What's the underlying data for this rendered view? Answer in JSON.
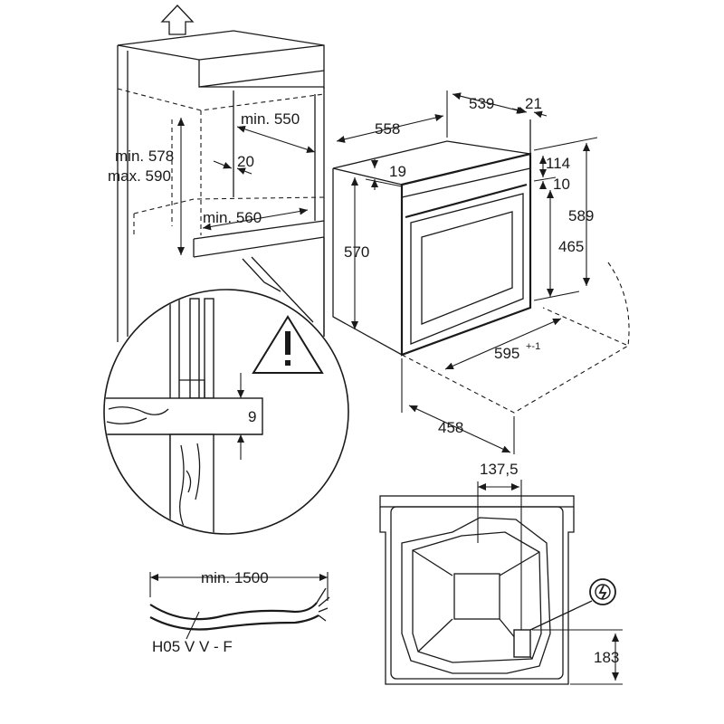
{
  "niche": {
    "min_width": "min. 550",
    "gap": "20",
    "min_depth": "min. 560",
    "height_min": "min. 578",
    "height_max": "max. 590"
  },
  "detail": {
    "gap": "9"
  },
  "oven": {
    "depth_total": "558",
    "depth_body": "539",
    "door_thickness": "21",
    "frame_offset": "19",
    "height_body": "570",
    "height_top": "114",
    "height_step": "10",
    "height_panel": "465",
    "height_total": "589",
    "width_total": "595",
    "width_tolerance": "+-1",
    "floor_depth": "458"
  },
  "rear": {
    "terminal_offset_x": "137,5",
    "terminal_height": "183"
  },
  "cable": {
    "min_length": "min. 1500",
    "type": "H05 V V - F"
  }
}
